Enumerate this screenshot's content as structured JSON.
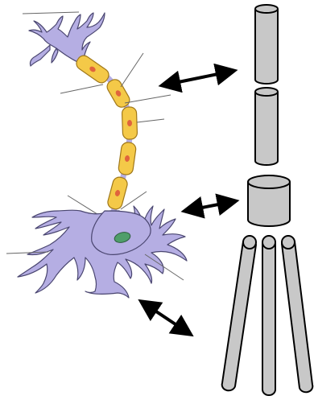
{
  "colors": {
    "neuron_body": "#b5aee3",
    "neuron_outline": "#4a4670",
    "myelin": "#f4c948",
    "myelin_outline": "#a0781a",
    "myelin_nucleus": "#e0643c",
    "soma_nucleus": "#4f9e6a",
    "pipe_fill": "#c8c8c8",
    "pipe_outline": "#000000",
    "arrow": "#000000",
    "pointer_line": "#666666",
    "background": "#ffffff"
  },
  "parts": {
    "neuron": [
      "dendrites-top",
      "axon-myelin-sheath",
      "soma",
      "soma-nucleus",
      "dendrites-bottom"
    ],
    "analogy": [
      "upper-cylinder-1",
      "upper-cylinder-2",
      "short-cylinder",
      "rod-left",
      "rod-middle",
      "rod-right"
    ]
  },
  "arrows": [
    "arrow-axon-to-cylinders",
    "arrow-soma-to-short-cylinder",
    "arrow-dendrites-to-rods"
  ]
}
